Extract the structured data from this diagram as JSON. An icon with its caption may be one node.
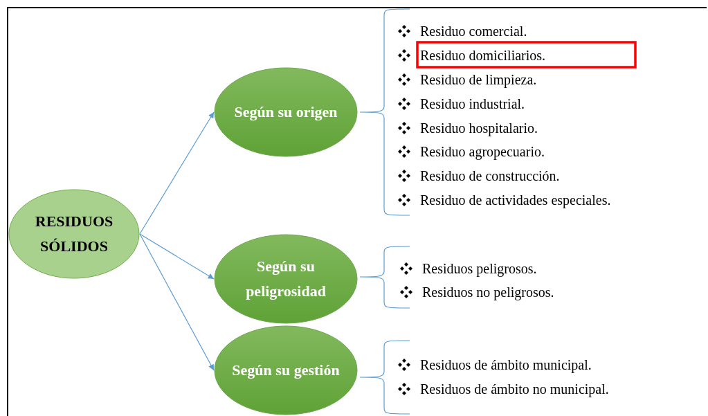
{
  "diagram": {
    "nodes": [
      {
        "text": [
          "RESIDUOS SÓLIDOS"
        ]
      },
      {
        "text": [
          "Según su origen"
        ]
      },
      {
        "text": [
          "Según su peligrosidad"
        ]
      },
      {
        "text": [
          "Según su gestión"
        ]
      }
    ],
    "edges": [
      {
        "from": 0,
        "to": 1,
        "arrow": "to"
      },
      {
        "from": 0,
        "to": 2,
        "arrow": "to"
      },
      {
        "from": 0,
        "to": 3,
        "arrow": "to"
      }
    ],
    "labels": [
      "Residuo comercial.",
      "Residuo domiciliarios.",
      "Residuo de limpieza.",
      "Residuo industrial.",
      "Residuo hospitalario.",
      "Residuo agropecuario.",
      "Residuo de construcción.",
      "Residuo de actividades especiales.",
      "Residuos peligrosos.",
      "Residuos no peligrosos.",
      "Residuos de ámbito municipal.",
      "Residuos de ámbito no municipal."
    ]
  }
}
